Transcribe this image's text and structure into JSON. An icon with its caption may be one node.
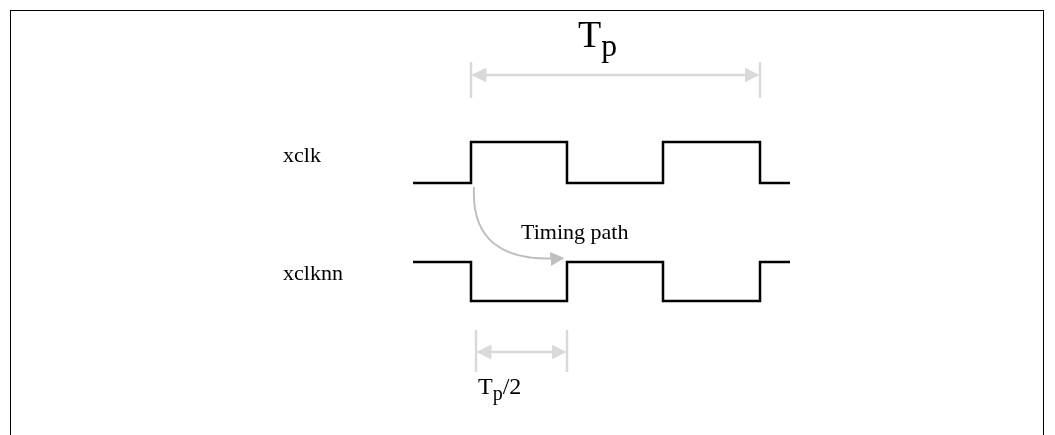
{
  "diagram": {
    "nodes": [
      {
        "text": [
          "xclk"
        ]
      },
      {
        "text": [
          "xclknn"
        ]
      }
    ],
    "edges": [
      {
        "from": 0,
        "to": 1,
        "arrow": "to",
        "label": "Timing path"
      }
    ],
    "labels": [
      "T$_{p}$",
      "T$_{p}$/2"
    ]
  }
}
